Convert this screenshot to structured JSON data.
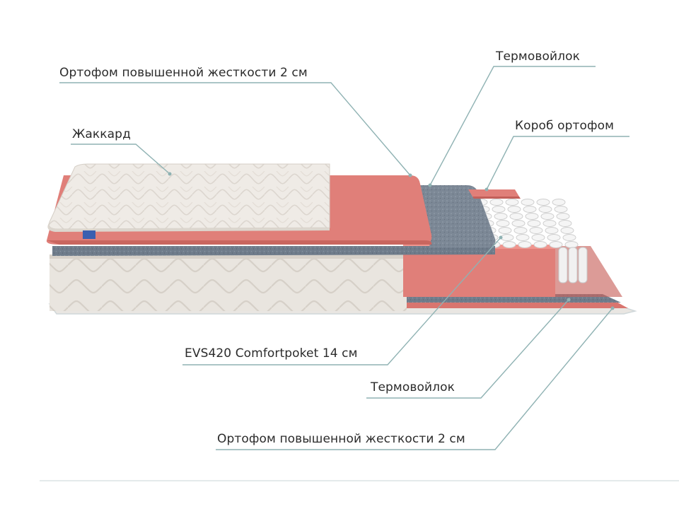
{
  "labels": {
    "ortofom_top": "Ортофом повышенной жесткости 2 см",
    "jacquard": "Жаккард",
    "termovoilok_top": "Термовойлок",
    "korob_ortofom": "Короб ортофом",
    "evs420": "EVS420 Comfortpoket 14 см",
    "termovoilok_bottom": "Термовойлок",
    "ortofom_bottom": "Ортофом повышенной жесткости 2 см"
  },
  "colors": {
    "leader_line": "#8fb2b3",
    "foam": "#e07f79",
    "foam_dark": "#c9665f",
    "felt": "#6f7c8b",
    "fabric": "#efebe6",
    "fabric_shadow": "#d9d4cd",
    "spring": "#f3f3f3"
  }
}
